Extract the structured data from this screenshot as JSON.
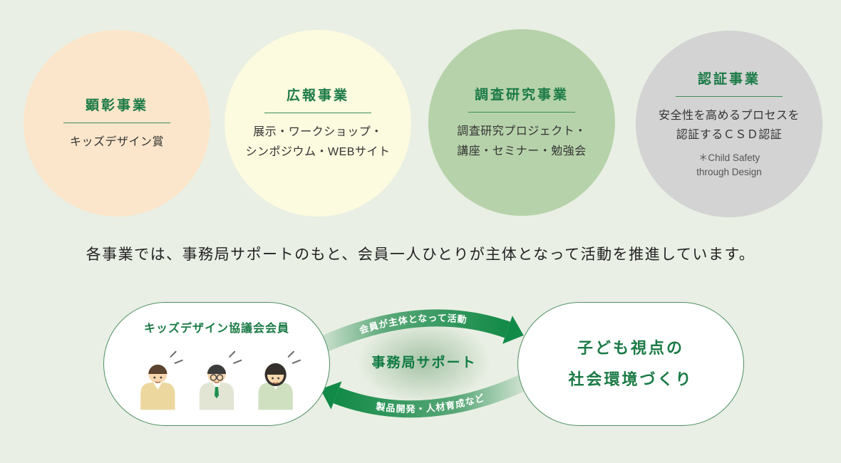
{
  "page": {
    "background": "#e9efe4"
  },
  "colors": {
    "title_green": "#1b7a46",
    "arrow_green": "#128a47",
    "arrow_pale": "#cfe2d0",
    "pill_border": "#4e8f63",
    "body_text": "#333333"
  },
  "circles": [
    {
      "title": "顕彰事業",
      "bg": "#fbe6cb",
      "lines": [
        "キッズデザイン賞"
      ]
    },
    {
      "title": "広報事業",
      "bg": "#fcfadf",
      "lines": [
        "展示・ワークショップ・",
        "シンポジウム・WEBサイト"
      ]
    },
    {
      "title": "調査研究事業",
      "bg": "#b6d2aa",
      "lines": [
        "調査研究プロジェクト・",
        "講座・セミナー・勉強会"
      ]
    },
    {
      "title": "認証事業",
      "bg": "#d2d3d2",
      "lines": [
        "安全性を高めるプロセスを",
        "認証するＣＳＤ認証"
      ],
      "note": [
        "＊Child Safety",
        "through Design"
      ]
    }
  ],
  "lead_text": "各事業では、事務局サポートのもと、会員一人ひとりが主体となって活動を推進しています。",
  "cycle": {
    "members_title": "キッズデザイン協議会会員",
    "top_arrow": "会員が主体となって活動",
    "bottom_arrow": "製品開発・人材育成など",
    "center_label": "事務局サポート",
    "goal_lines": [
      "子ども視点の",
      "社会環境づくり"
    ]
  }
}
